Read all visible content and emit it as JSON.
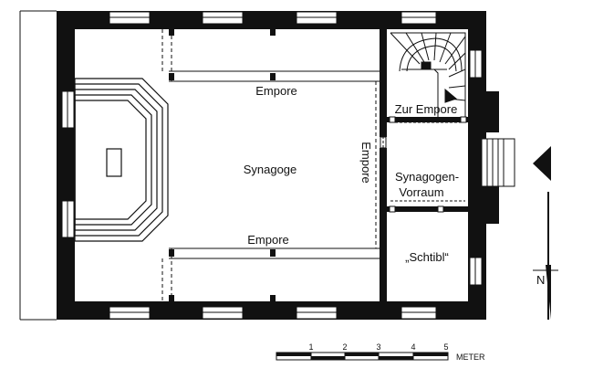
{
  "rooms": {
    "synagogue": "Synagoge",
    "gallery_north": "Empore",
    "gallery_south": "Empore",
    "gallery_east": "Empore",
    "to_gallery": "Zur Empore",
    "vestibule_line1": "Synagogen-",
    "vestibule_line2": "Vorraum",
    "schtibl": "„Schtibl“"
  },
  "scale_bar": {
    "ticks": [
      "1",
      "2",
      "3",
      "4",
      "5"
    ],
    "unit": "METER"
  },
  "north_arrow": {
    "label": "N"
  }
}
